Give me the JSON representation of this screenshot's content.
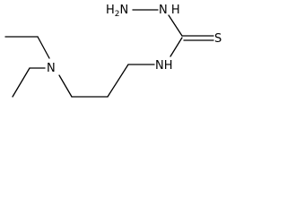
{
  "molecule": {
    "atoms": {
      "hydrazine_nh2": {
        "element": "H2N"
      },
      "hydrazine_nh": {
        "element": "NH"
      },
      "thione_s": {
        "element": "S"
      },
      "amide_nh": {
        "element": "NH"
      },
      "amine_n": {
        "element": "N"
      }
    },
    "labels": {
      "h2n_main": "H",
      "h2n_sub": "2",
      "h2n_n": "N",
      "nh_upper_n": "N",
      "nh_upper_h": "H",
      "s": "S",
      "nh_lower_n": "N",
      "nh_lower_h": "H",
      "amine_n": "N"
    },
    "colors": {
      "bond": "#000000",
      "label": "#000000",
      "background": "#ffffff"
    }
  }
}
